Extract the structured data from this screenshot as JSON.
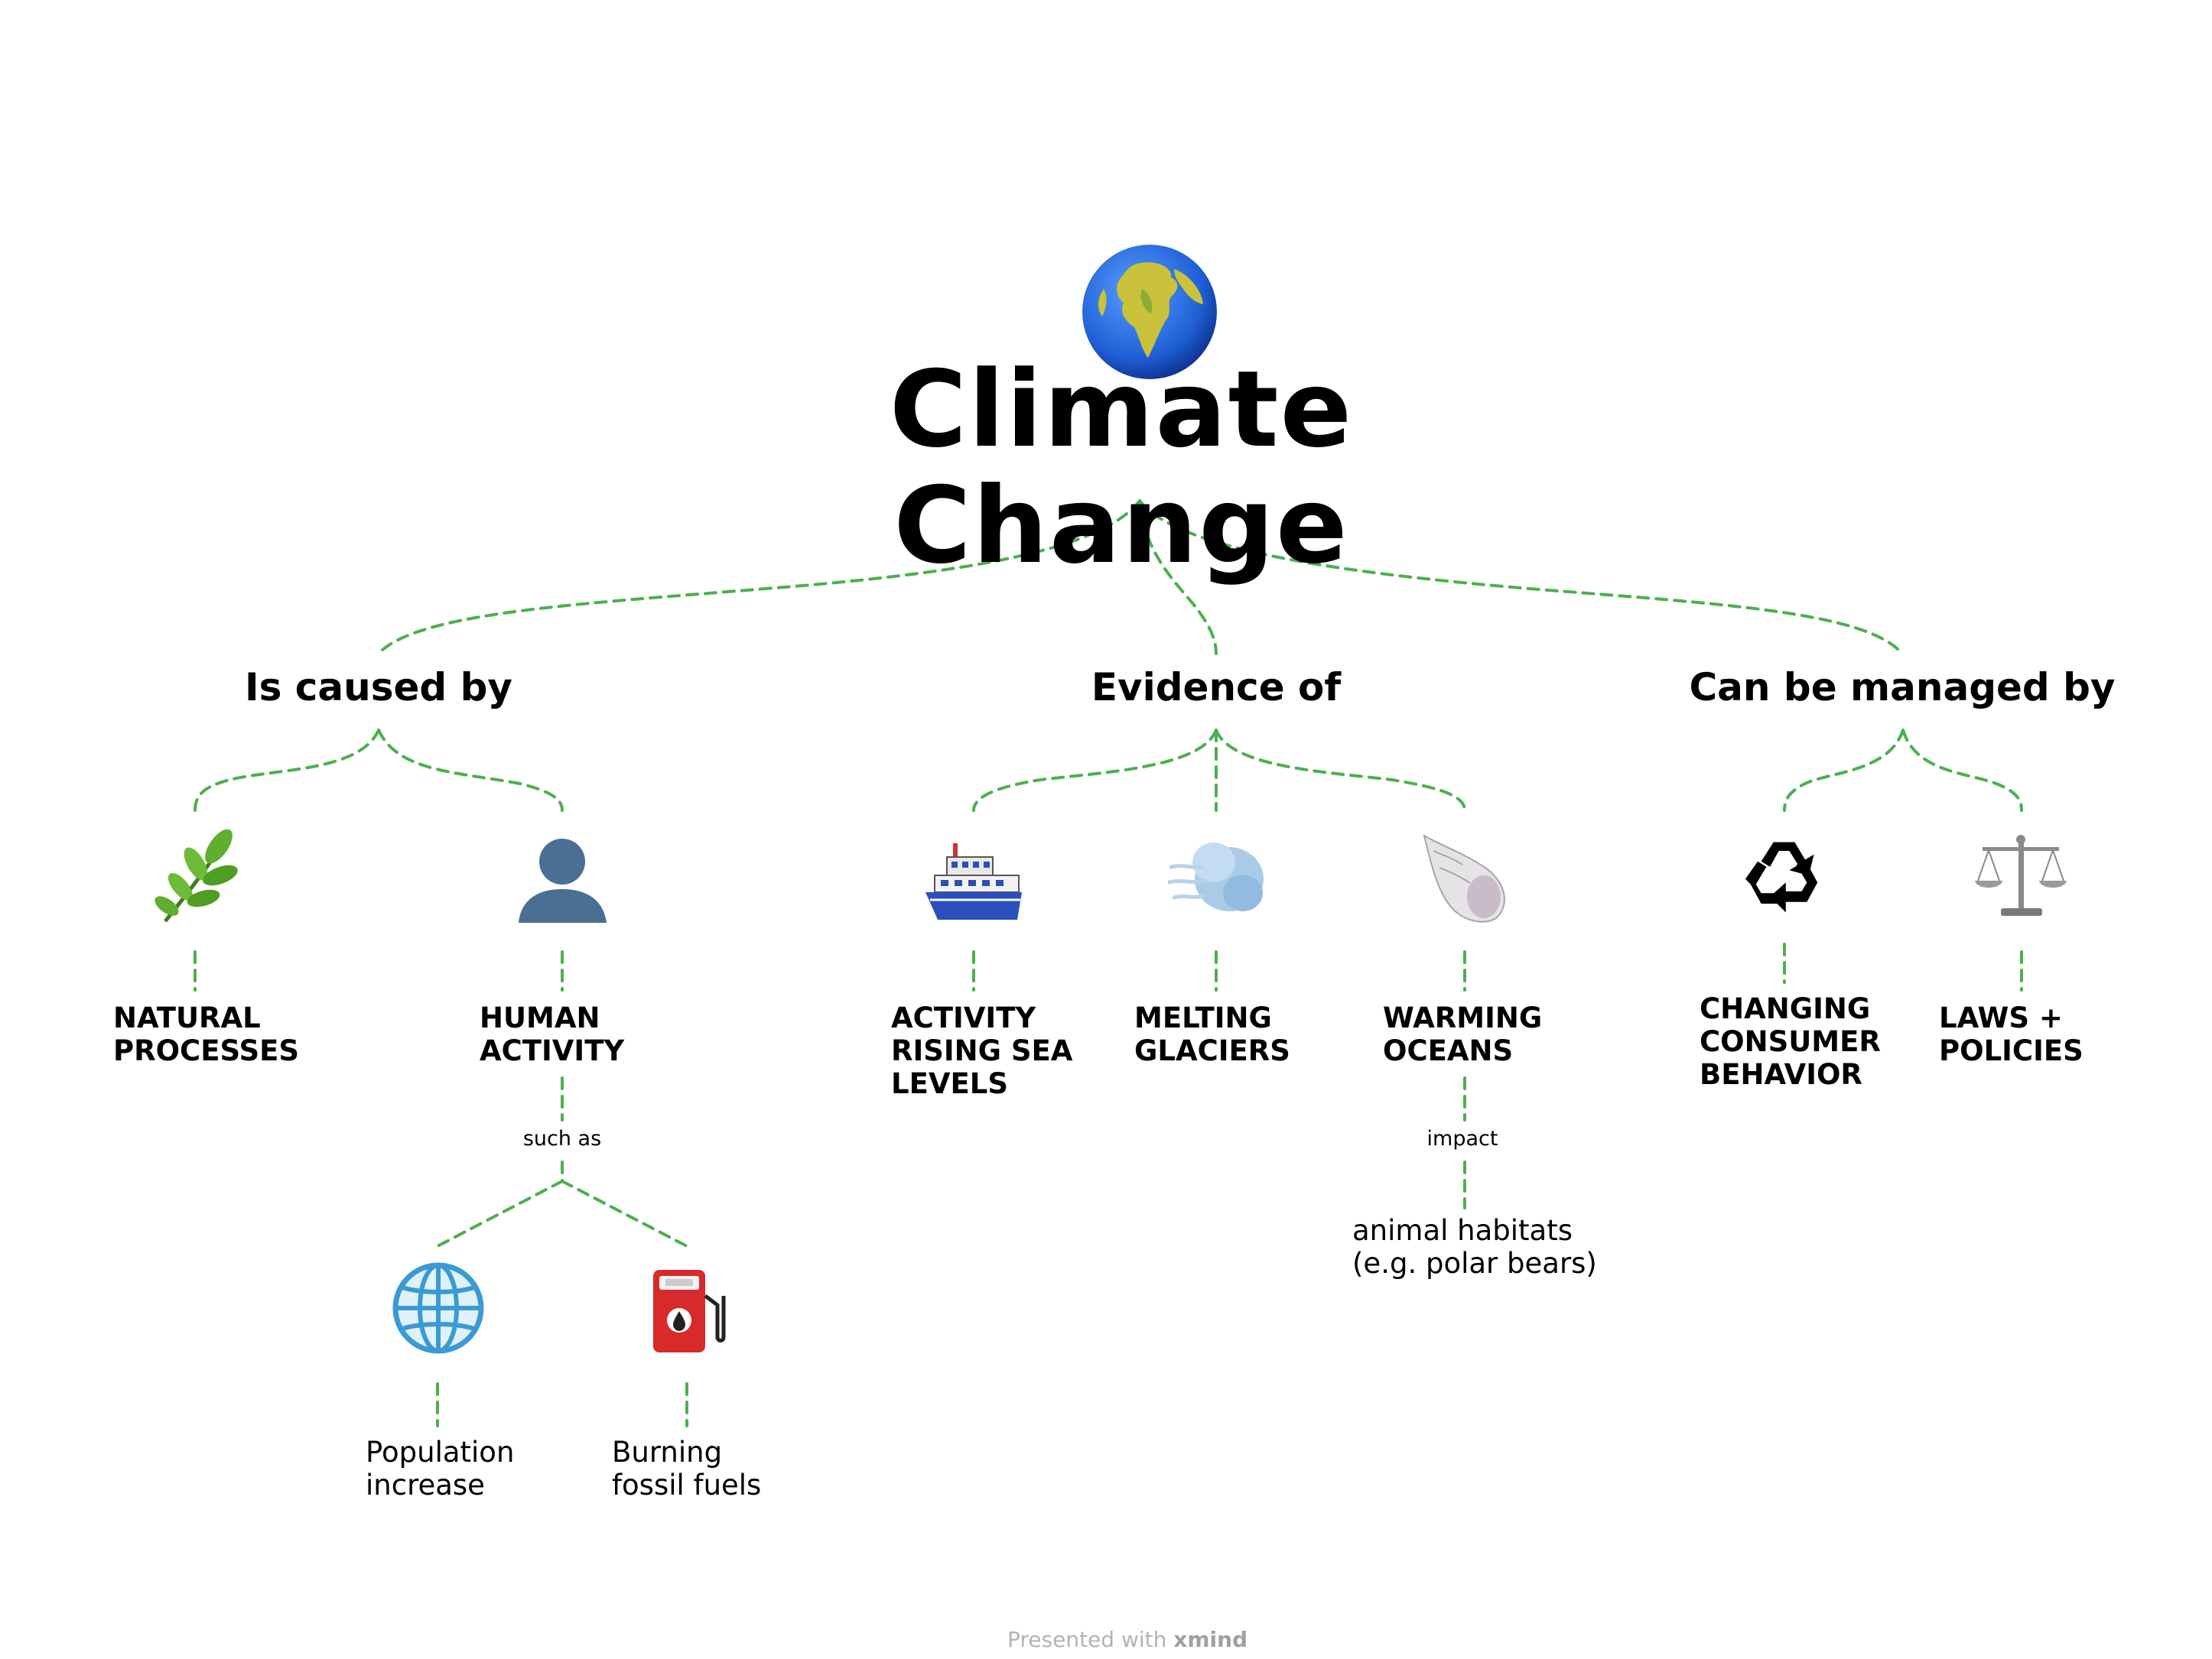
{
  "title": "Climate Change",
  "branches": {
    "caused": {
      "label": "Is caused by"
    },
    "evidence": {
      "label": "Evidence of"
    },
    "managed": {
      "label": "Can be managed by"
    }
  },
  "leaves": {
    "natural": [
      "NATURAL",
      "PROCESSES"
    ],
    "human": [
      "HUMAN",
      "ACTIVITY"
    ],
    "sea": [
      "ACTIVITY",
      "RISING SEA",
      "LEVELS"
    ],
    "glaciers": [
      "MELTING",
      "GLACIERS"
    ],
    "oceans": [
      "WARMING",
      "OCEANS"
    ],
    "consumer": [
      "CHANGING",
      "CONSUMER",
      "BEHAVIOR"
    ],
    "laws": [
      "LAWS +",
      "POLICIES"
    ]
  },
  "relations": {
    "such_as": "such as",
    "impact": "impact"
  },
  "subtopics": {
    "population": [
      "Population",
      "increase"
    ],
    "fossil": [
      "Burning",
      "fossil fuels"
    ],
    "habitats": [
      "animal habitats",
      "(e.g. polar bears)"
    ]
  },
  "icons": {
    "title": "globe-earth-icon",
    "natural": "herb-leaf-icon",
    "human": "person-silhouette-icon",
    "sea": "ship-icon",
    "glaciers": "wind-cloud-icon",
    "oceans": "spiral-shell-icon",
    "consumer": "recycle-icon",
    "laws": "balance-scale-icon",
    "population": "globe-grid-icon",
    "fossil": "fuel-pump-icon"
  },
  "colors": {
    "connector": "#4caf50",
    "text": "#000000",
    "footer": "#b3b3b3"
  },
  "footer": {
    "prefix": "Presented with",
    "brand": "xmind"
  }
}
